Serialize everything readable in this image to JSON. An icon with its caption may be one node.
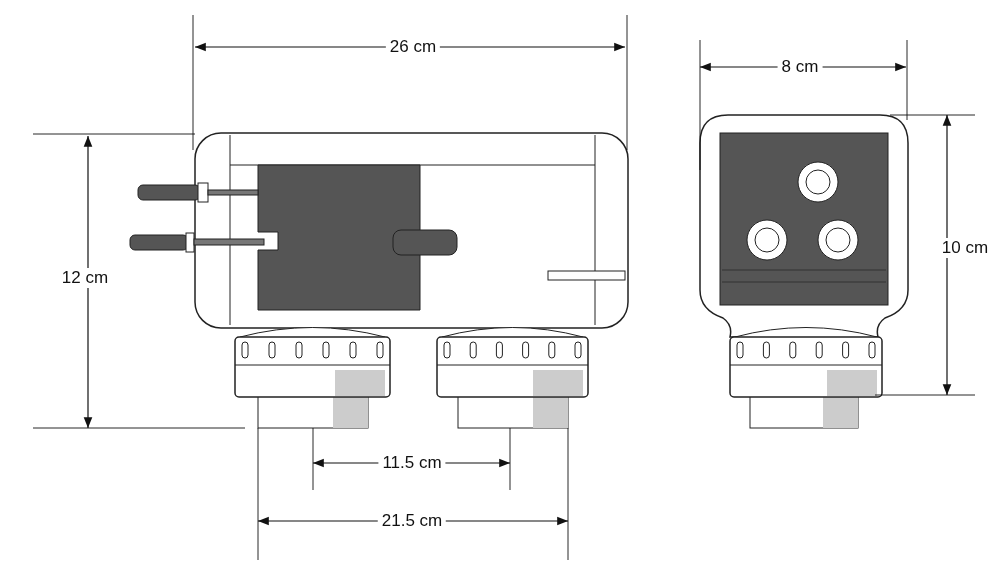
{
  "diagram": {
    "labels": [
      "26 cm",
      "8 cm",
      "12 cm",
      "10 cm",
      "11.5 cm",
      "21.5 cm"
    ]
  }
}
